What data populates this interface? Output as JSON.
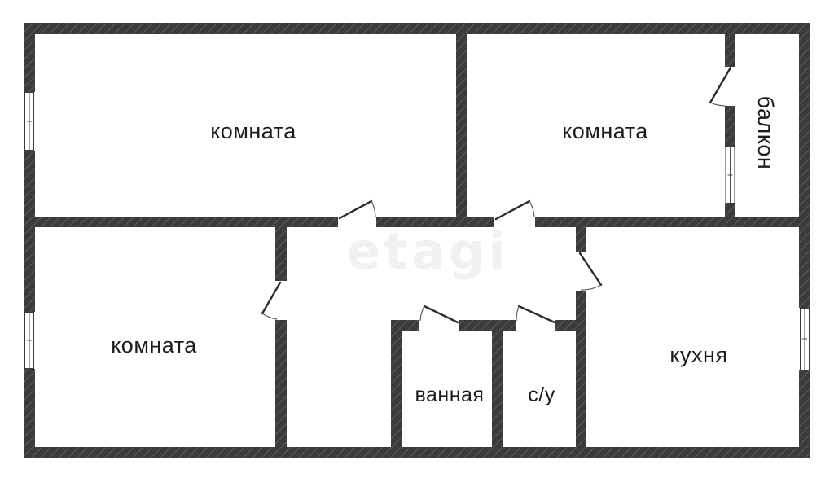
{
  "plan": {
    "type": "apartment-floor-plan",
    "labels": {
      "room_top_left": "комната",
      "room_top_right": "комната",
      "room_bottom_left": "комната",
      "balcony": "балкон",
      "bathroom": "ванная",
      "wc": "с/у",
      "kitchen": "кухня"
    },
    "watermark": "etagi",
    "colors": {
      "background": "#ffffff",
      "wall_base": "#3b3b3b",
      "wall_hatch": "#585858",
      "door_line": "#2b2b2b",
      "text": "#1c1c1c",
      "watermark": "#d9d9d9"
    }
  }
}
